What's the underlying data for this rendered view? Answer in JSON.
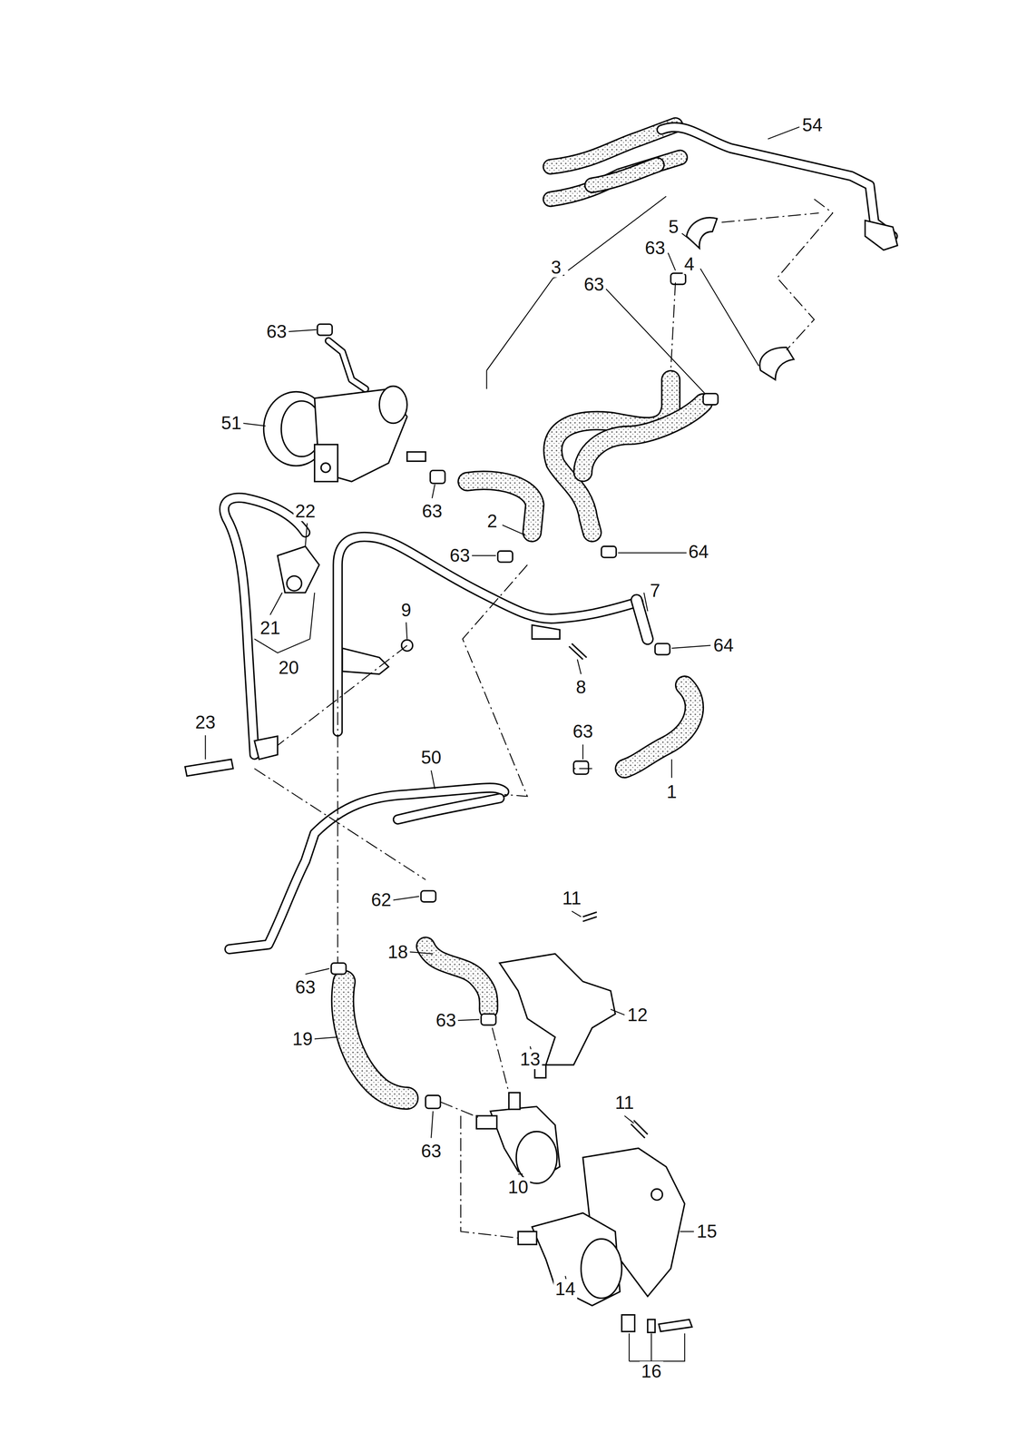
{
  "diagram": {
    "labels": [
      "54",
      "5",
      "63",
      "3",
      "4",
      "63",
      "63",
      "51",
      "63",
      "22",
      "2",
      "63",
      "64",
      "7",
      "9",
      "21",
      "64",
      "20",
      "8",
      "23",
      "63",
      "50",
      "1",
      "62",
      "11",
      "18",
      "63",
      "12",
      "63",
      "13",
      "19",
      "11",
      "63",
      "15",
      "10",
      "14",
      "16"
    ]
  }
}
